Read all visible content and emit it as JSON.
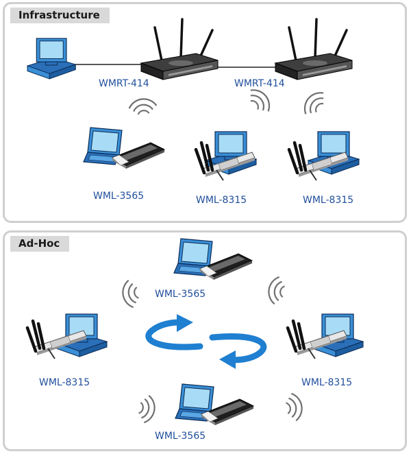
{
  "sections": {
    "infrastructure": "Infrastructure",
    "adhoc": "Ad-Hoc"
  },
  "infrastructure": {
    "router_left": "WMRT-414",
    "router_right": "WMRT-414",
    "laptop": "WML-3565",
    "pc_middle": "WML-8315",
    "pc_right": "WML-8315"
  },
  "adhoc": {
    "laptop_top": "WML-3565",
    "pc_left": "WML-8315",
    "pc_right": "WML-8315",
    "laptop_bottom": "WML-3565"
  },
  "colors": {
    "device_blue": "#3a8fd6",
    "arrow_blue": "#1f7fd0",
    "label_blue": "#1f4e9a",
    "panel_border": "#cfcfcf",
    "tab_bg": "#d9d9d9"
  }
}
